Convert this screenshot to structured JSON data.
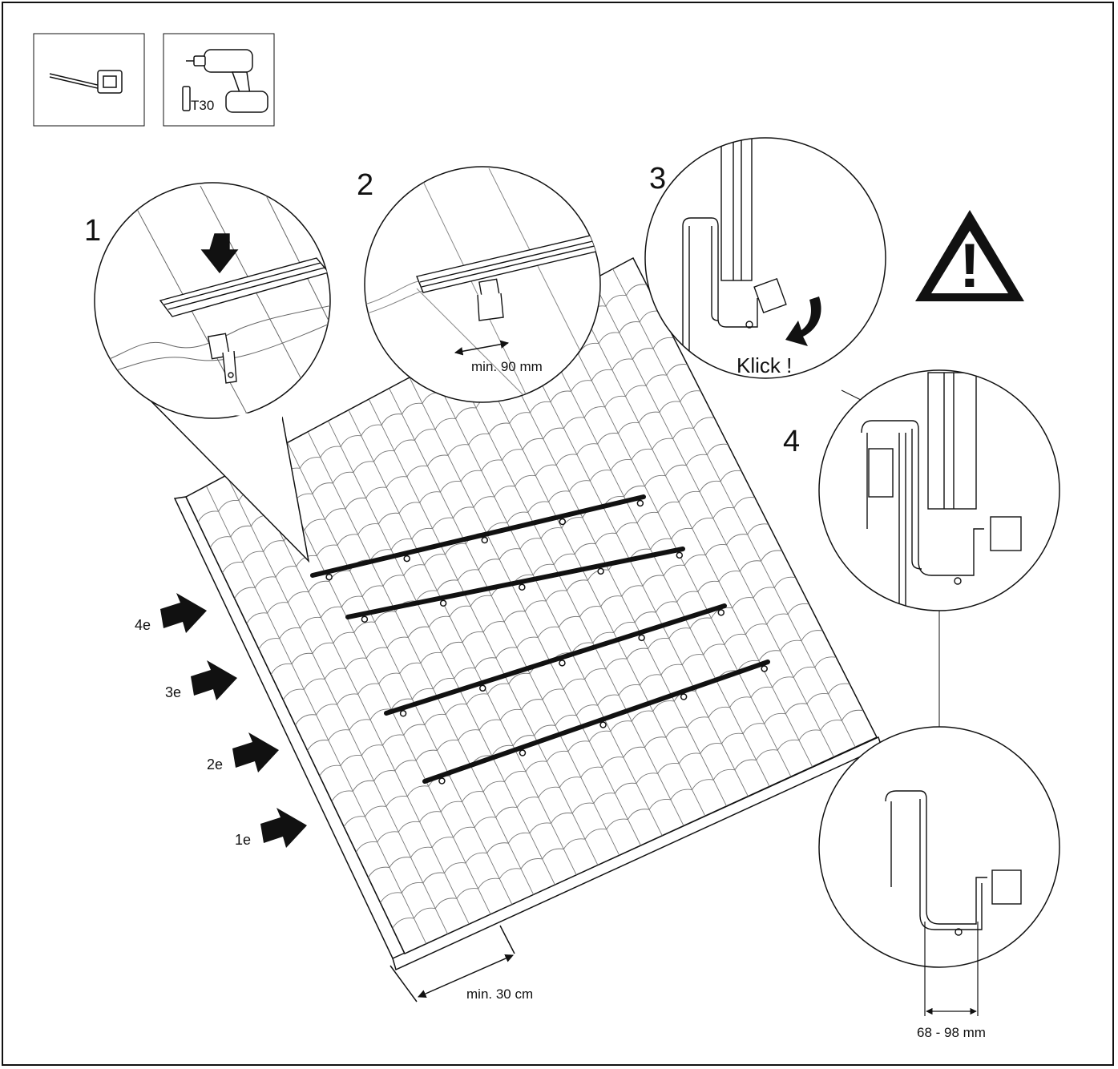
{
  "tools": {
    "tape_measure": {
      "icon": "tape-measure-icon"
    },
    "drill": {
      "icon": "cordless-drill-icon",
      "bit_label": "T30"
    }
  },
  "steps": [
    {
      "number": "1"
    },
    {
      "number": "2",
      "dimension": "min. 90 mm"
    },
    {
      "number": "3",
      "action": "Klick !"
    },
    {
      "number": "4"
    }
  ],
  "warning": {
    "icon": "warning-triangle-icon",
    "symbol": "!"
  },
  "roof": {
    "row_labels": [
      "4e",
      "3e",
      "2e",
      "1e"
    ],
    "edge_distance": "min. 30 cm"
  },
  "hook_detail": {
    "dimension": "68 - 98 mm"
  },
  "colors": {
    "line": "#111111",
    "tile_line": "#555555",
    "rail": "#111111"
  }
}
